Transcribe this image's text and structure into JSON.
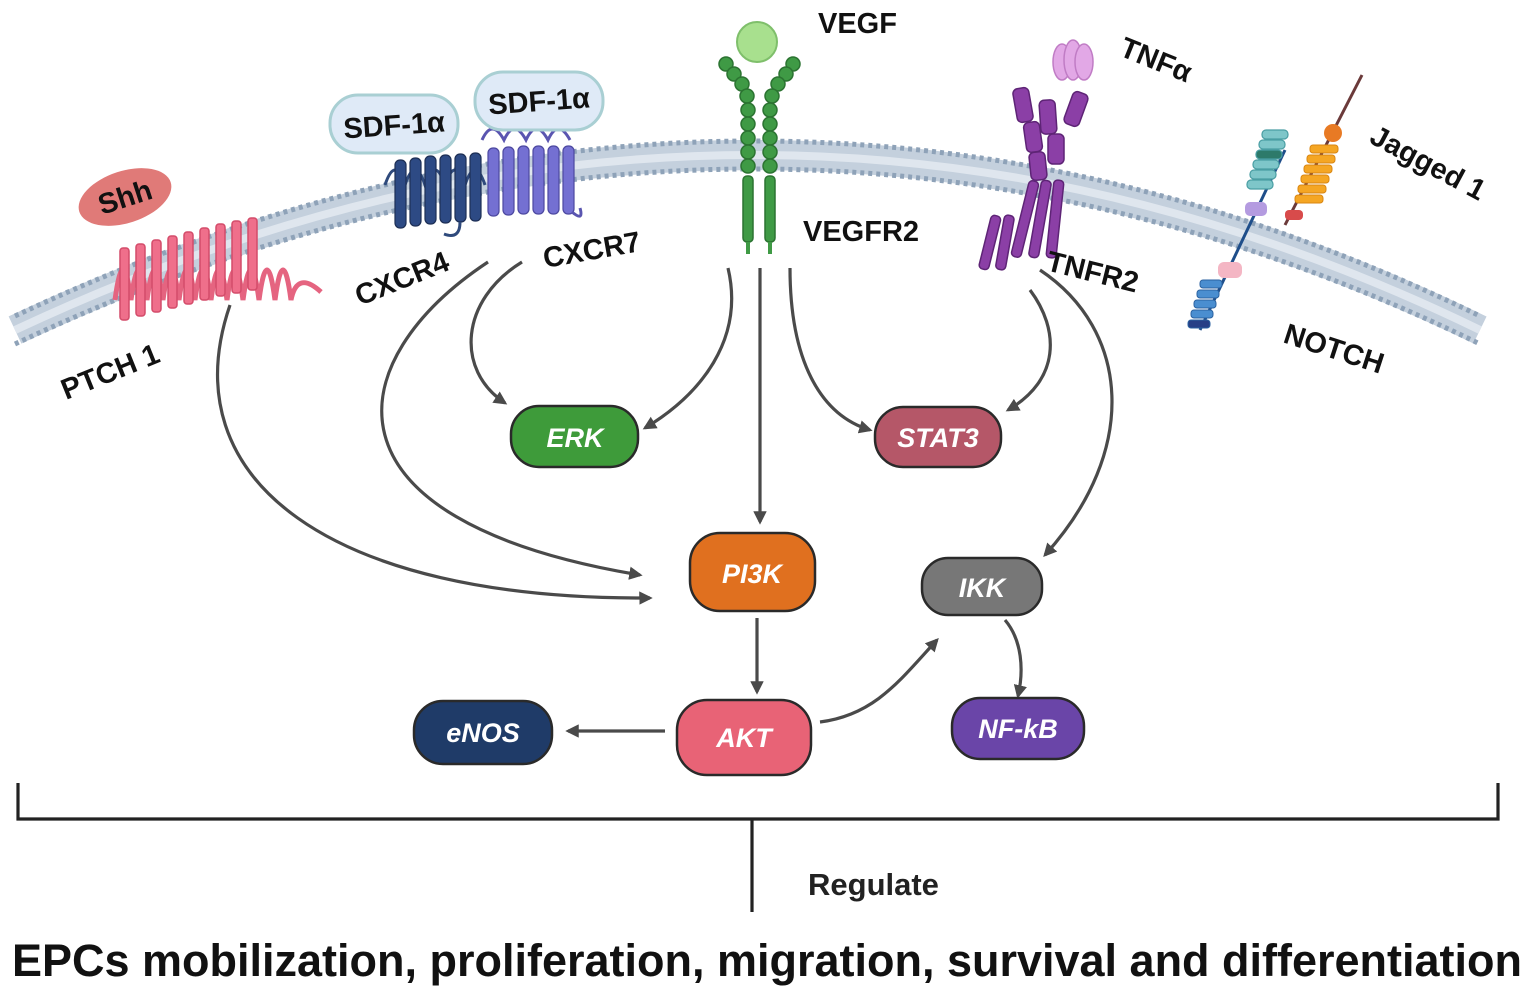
{
  "labels": {
    "vegf": "VEGF",
    "tnfa": "TNFα",
    "sdf1": "SDF-1α",
    "sdf2": "SDF-1α",
    "shh": "Shh",
    "jagged": "Jagged 1",
    "cxcr4": "CXCR4",
    "cxcr7": "CXCR7",
    "vegfr2": "VEGFR2",
    "tnfr2": "TNFR2",
    "ptch1": "PTCH 1",
    "notch": "NOTCH"
  },
  "nodes": {
    "erk": "ERK",
    "stat3": "STAT3",
    "pi3k": "PI3K",
    "ikk": "IKK",
    "akt": "AKT",
    "enos": "eNOS",
    "nfkb": "NF-kB"
  },
  "colors": {
    "erk": "#3e9b3a",
    "stat3": "#b55768",
    "pi3k": "#e0701f",
    "ikk": "#777777",
    "akt": "#e86376",
    "enos": "#1f3b68",
    "nfkb": "#6a45a8",
    "membrane": "#a9b8c9",
    "membrane_head": "#8ea2b8"
  },
  "regulate": "Regulate",
  "outcome": "EPCs mobilization, proliferation, migration, survival and differentiation"
}
